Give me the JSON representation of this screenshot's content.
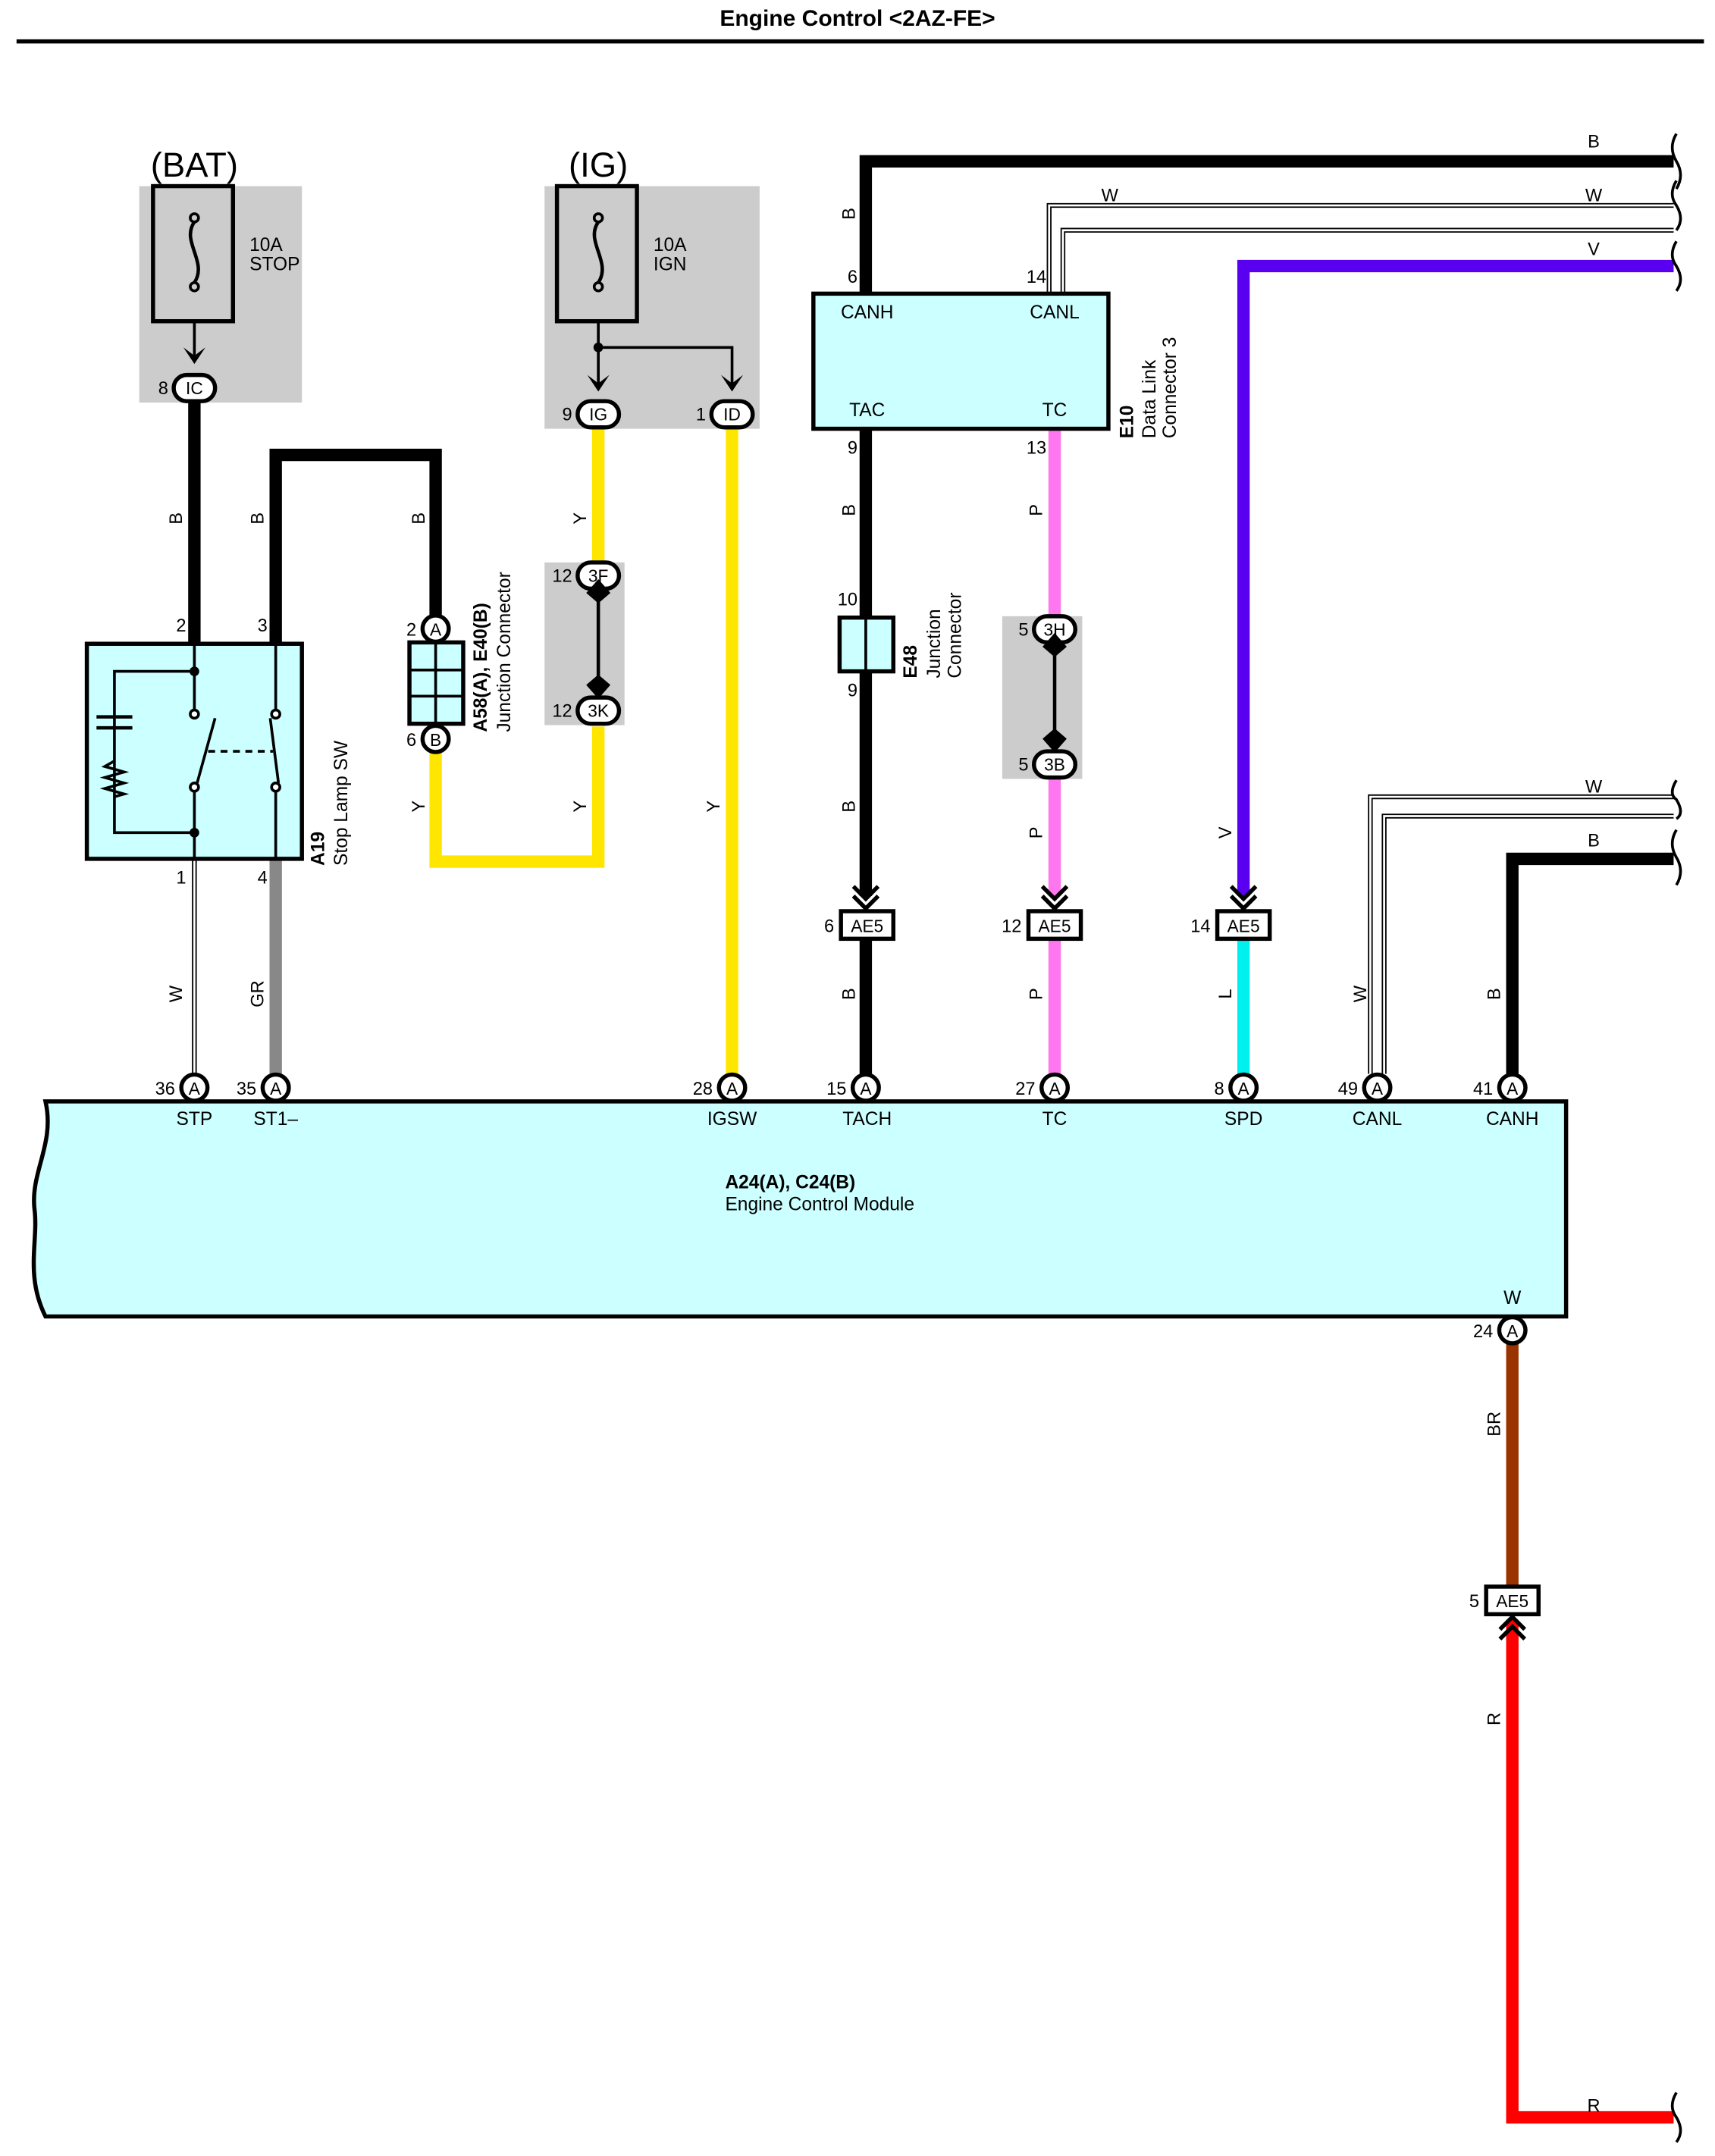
{
  "title": "Engine Control <2AZ-FE>",
  "colors": {
    "B": "#000000",
    "W": "#ffffff",
    "Y": "#ffe600",
    "P": "#ff77ee",
    "V": "#5a00f0",
    "L": "#00f0f0",
    "GR": "#888888",
    "BR": "#993300",
    "R": "#ff0000",
    "component_fill": "#ccffff",
    "shade": "#cccccc"
  },
  "power": {
    "bat": "(BAT)",
    "ig": "(IG)",
    "fuse_stop_amp": "10A",
    "fuse_stop_name": "STOP",
    "fuse_ign_amp": "10A",
    "fuse_ign_name": "IGN"
  },
  "connectors": {
    "ic": "IC",
    "ig": "IG",
    "id": "ID",
    "3f": "3F",
    "3k": "3K",
    "3h": "3H",
    "3b": "3B",
    "ae5": "AE5",
    "a": "A",
    "b": "B"
  },
  "pins": {
    "p8_ic": "8",
    "p9_ig": "9",
    "p1_id": "1",
    "p12_3f": "12",
    "p12_3k": "12",
    "p2_a19": "2",
    "p3_a19": "3",
    "p1_a19": "1",
    "p4_a19": "4",
    "p2_a58": "2",
    "p6_a58": "6",
    "p6_dlc": "6",
    "p14_dlc": "14",
    "p9_dlc": "9",
    "p13_dlc": "13",
    "p10_e48": "10",
    "p9_e48": "9",
    "p5_3h": "5",
    "p5_3b": "5",
    "p6_ae5": "6",
    "p12_ae5": "12",
    "p14_ae5": "14",
    "p5_ae5": "5",
    "p36": "36",
    "p35": "35",
    "p28": "28",
    "p15": "15",
    "p27": "27",
    "p8": "8",
    "p49": "49",
    "p41": "41",
    "p24": "24"
  },
  "components": {
    "a19_id": "A19",
    "a19_name": "Stop Lamp SW",
    "a58_id": "A58(A), E40(B)",
    "a58_name": "Junction Connector",
    "e48_id": "E48",
    "e48_name1": "Junction",
    "e48_name2": "Connector",
    "e10_id": "E10",
    "e10_name1": "Data Link",
    "e10_name2": "Connector 3",
    "ecm_id": "A24(A), C24(B)",
    "ecm_name": "Engine Control Module"
  },
  "dlc_terminals": {
    "canh": "CANH",
    "canl": "CANL",
    "tac": "TAC",
    "tc": "TC"
  },
  "ecm_terminals": {
    "stp": "STP",
    "st1": "ST1–",
    "igsw": "IGSW",
    "tach": "TACH",
    "tc": "TC",
    "spd": "SPD",
    "canl": "CANL",
    "canh": "CANH",
    "w": "W"
  },
  "wire_labels": {
    "stop_b": "B",
    "st1_b": "B",
    "a58_b": "B",
    "ig_y": "Y",
    "a58_y": "Y",
    "jc_y": "Y",
    "igsw_y": "Y",
    "top_b": "B",
    "dlc6_b": "B",
    "top_w1": "W",
    "top_w2": "W",
    "top_v": "V",
    "tac_b": "B",
    "e48_b": "B",
    "tach_b": "B",
    "tc_p": "P",
    "tc_p2": "P",
    "tc_p3": "P",
    "spd_v": "V",
    "spd_l": "L",
    "stp_w": "W",
    "st1_gr": "GR",
    "canl_w": "W",
    "canl_w_right": "W",
    "canh_b": "B",
    "canh_b_right": "B",
    "w24_br": "BR",
    "w24_r": "R",
    "w24_r_right": "R"
  }
}
